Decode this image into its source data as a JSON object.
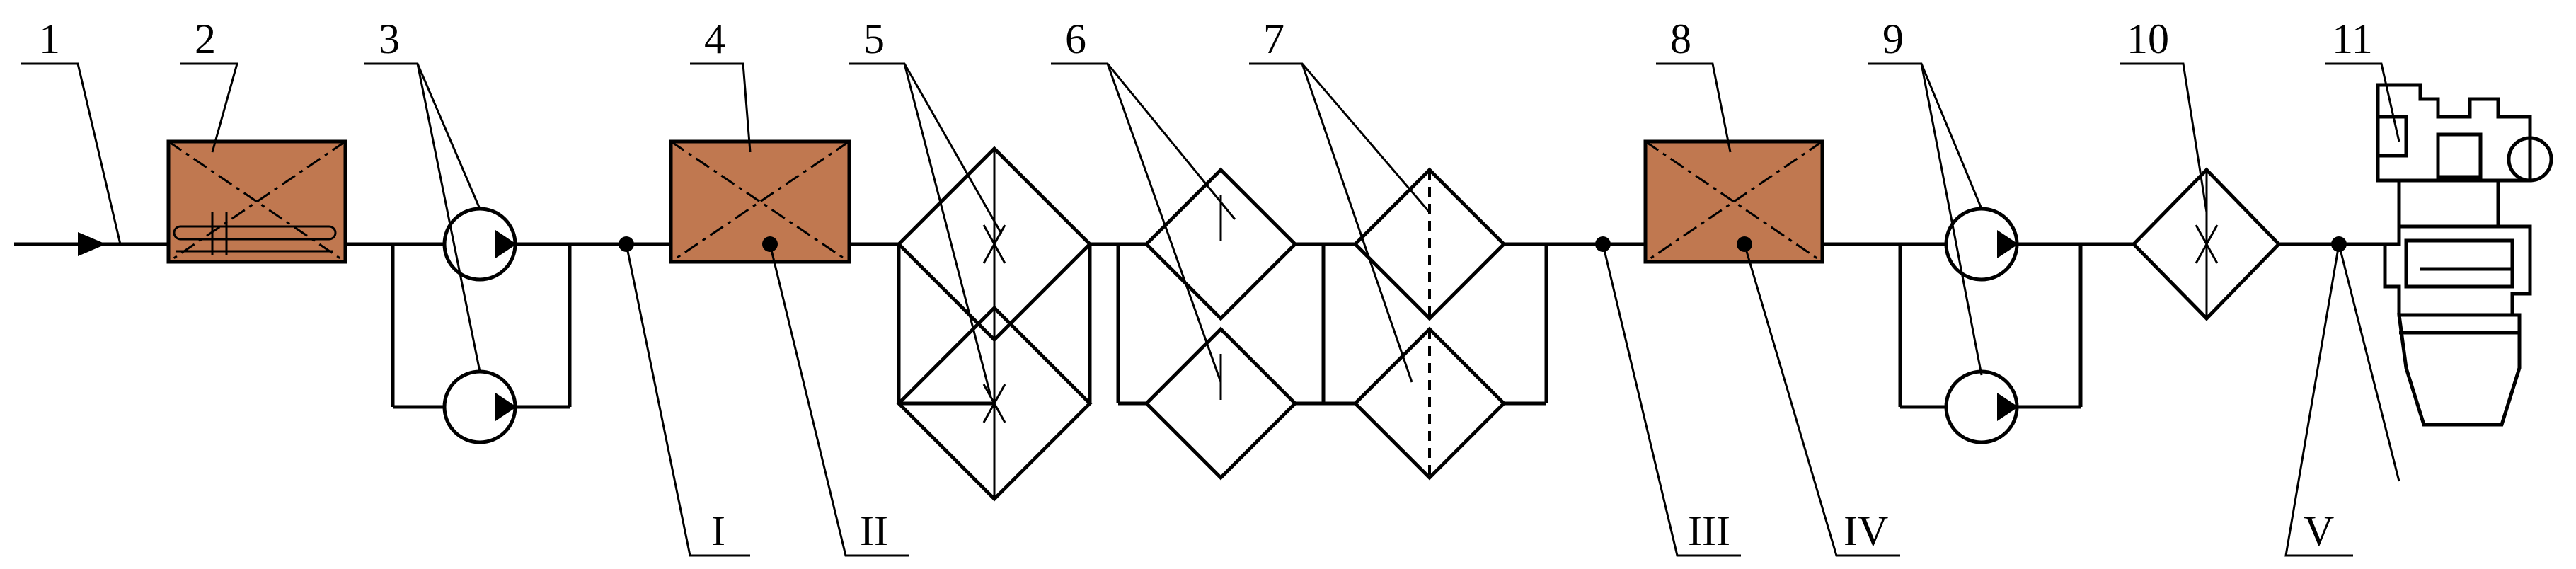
{
  "colors": {
    "tank_fill": "#c07850",
    "line": "#000000",
    "background": "#ffffff"
  },
  "labels": {
    "n1": "1",
    "n2": "2",
    "n3": "3",
    "n4": "4",
    "n5": "5",
    "n6": "6",
    "n7": "7",
    "n8": "8",
    "n9": "9",
    "n10": "10",
    "n11": "11",
    "pI": "I",
    "pII": "II",
    "pIII": "III",
    "pIV": "IV",
    "pV": "V"
  }
}
